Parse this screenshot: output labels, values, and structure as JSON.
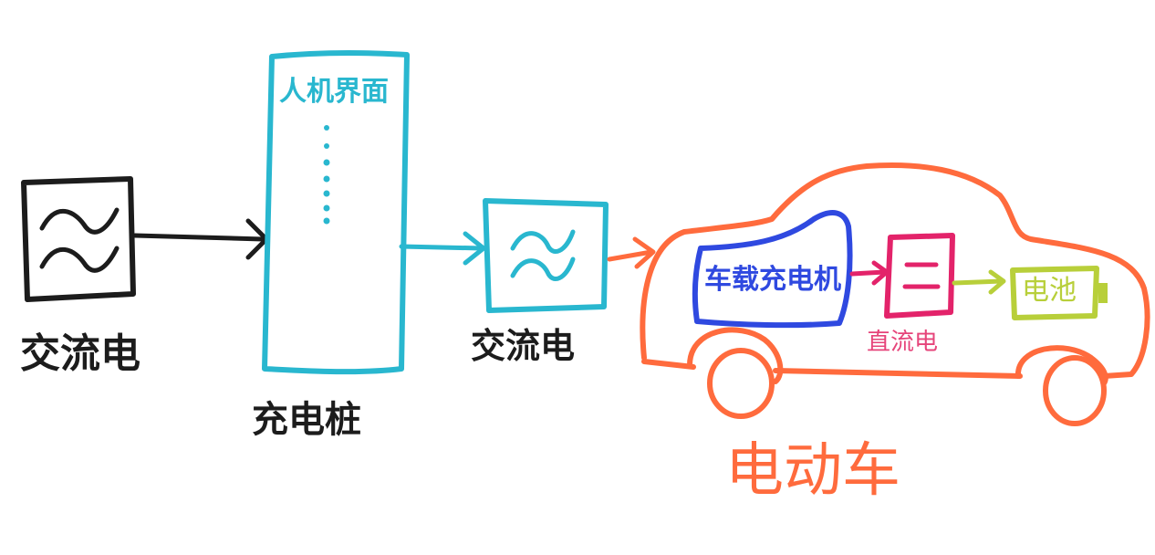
{
  "labels": {
    "ac_source": "交流电",
    "charging_pile": "充电桩",
    "hmi": "人机界面",
    "ac_output": "交流电",
    "onboard_charger": "车载充电机",
    "dc": "直流电",
    "battery": "电池",
    "ev": "电动车"
  },
  "colors": {
    "black": "#1c1c1c",
    "cyan": "#29b7cf",
    "orange": "#ff6b3d",
    "blue": "#2f49e0",
    "magenta": "#e3236a",
    "pink": "#e6447a",
    "lime": "#b8cf3a"
  }
}
